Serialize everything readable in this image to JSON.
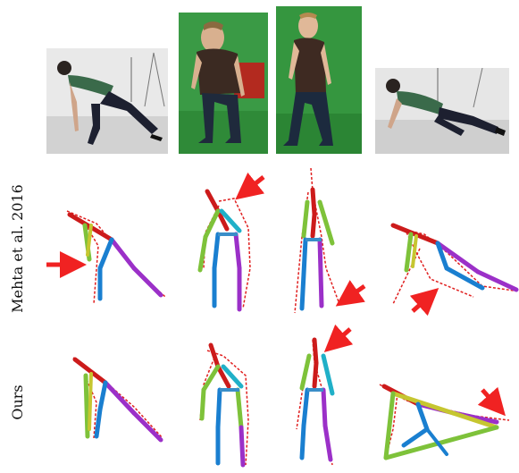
{
  "row_labels": {
    "baseline": "Mehta et al. 2016",
    "ours": "Ours"
  },
  "photos": [
    {
      "name": "photo-lunge-studio",
      "background": "#e8e8e8"
    },
    {
      "name": "photo-crouch-greenscreen",
      "background": "#2f8a3a"
    },
    {
      "name": "photo-stand-greenscreen",
      "background": "#2a8a35"
    },
    {
      "name": "photo-pushup-studio",
      "background": "#e4e4e4"
    }
  ],
  "colors": {
    "left_arm": "#20b0c8",
    "right_arm": "#7ec23a",
    "left_leg": "#1a7fd0",
    "right_leg": "#9b30c8",
    "spine": "#d01c1c",
    "head": "#c81818",
    "ground_truth": "#e02020",
    "arrow": "#f02222"
  }
}
